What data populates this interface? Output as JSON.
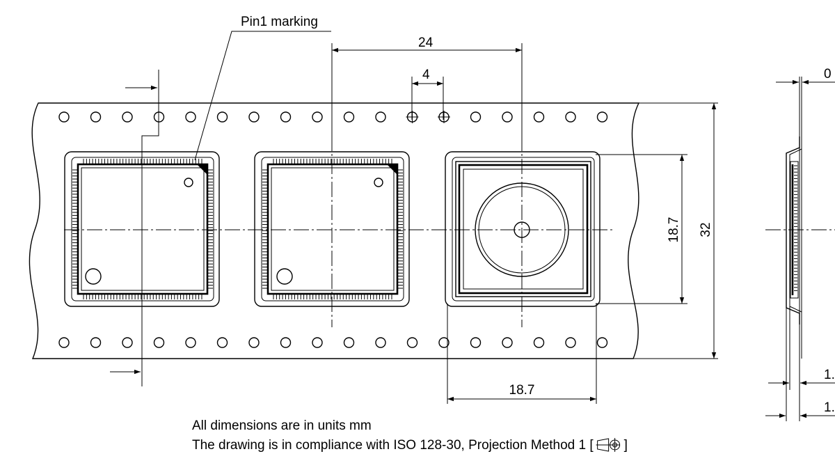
{
  "labels": {
    "pin1": "Pin1 marking",
    "pitch": "24",
    "hole_pitch": "4",
    "pocket_height": "18.7",
    "tape_width": "32",
    "pocket_width": "18.7",
    "side_top": "0",
    "side_b1": "1.",
    "side_b2": "1."
  },
  "notes": {
    "line1": "All dimensions are in units mm",
    "line2": "The drawing is in compliance with ISO 128-30, Projection Method 1 [",
    "line2_close": "]"
  }
}
